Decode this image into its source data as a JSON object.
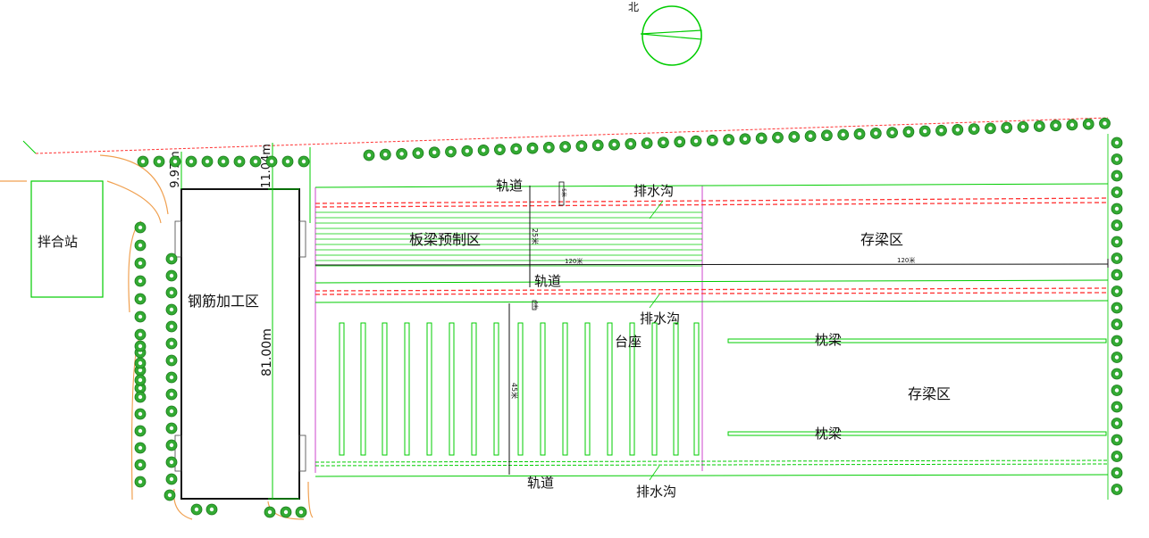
{
  "labels": {
    "north": "北",
    "mixing_station": "拌合站",
    "rebar_area": "钢筋加工区",
    "slab_precast_area": "板梁预制区",
    "storage_area_top": "存梁区",
    "storage_area_bottom": "存梁区",
    "track_top": "轨道",
    "track_middle": "轨道",
    "track_bottom": "轨道",
    "drain_top": "排水沟",
    "drain_middle": "排水沟",
    "drain_bottom": "排水沟",
    "pedestal": "台座",
    "sleeper_top": "枕梁",
    "sleeper_bottom": "枕梁"
  },
  "dimensions": {
    "dim_9_97": "9.97m",
    "dim_11_04": "11.04m",
    "dim_81_00": "81.00m",
    "dim_120_a": "120米",
    "dim_120_b": "120米",
    "dim_25": "25米",
    "dim_45": "45米",
    "dim_small_top": "5米",
    "dim_small_mid": "5米"
  },
  "colors": {
    "green": "#00cc00",
    "red": "#ff3333",
    "magenta": "#cc44cc",
    "orange": "#f0a050",
    "tree": "#33aa33",
    "black": "#111111"
  }
}
